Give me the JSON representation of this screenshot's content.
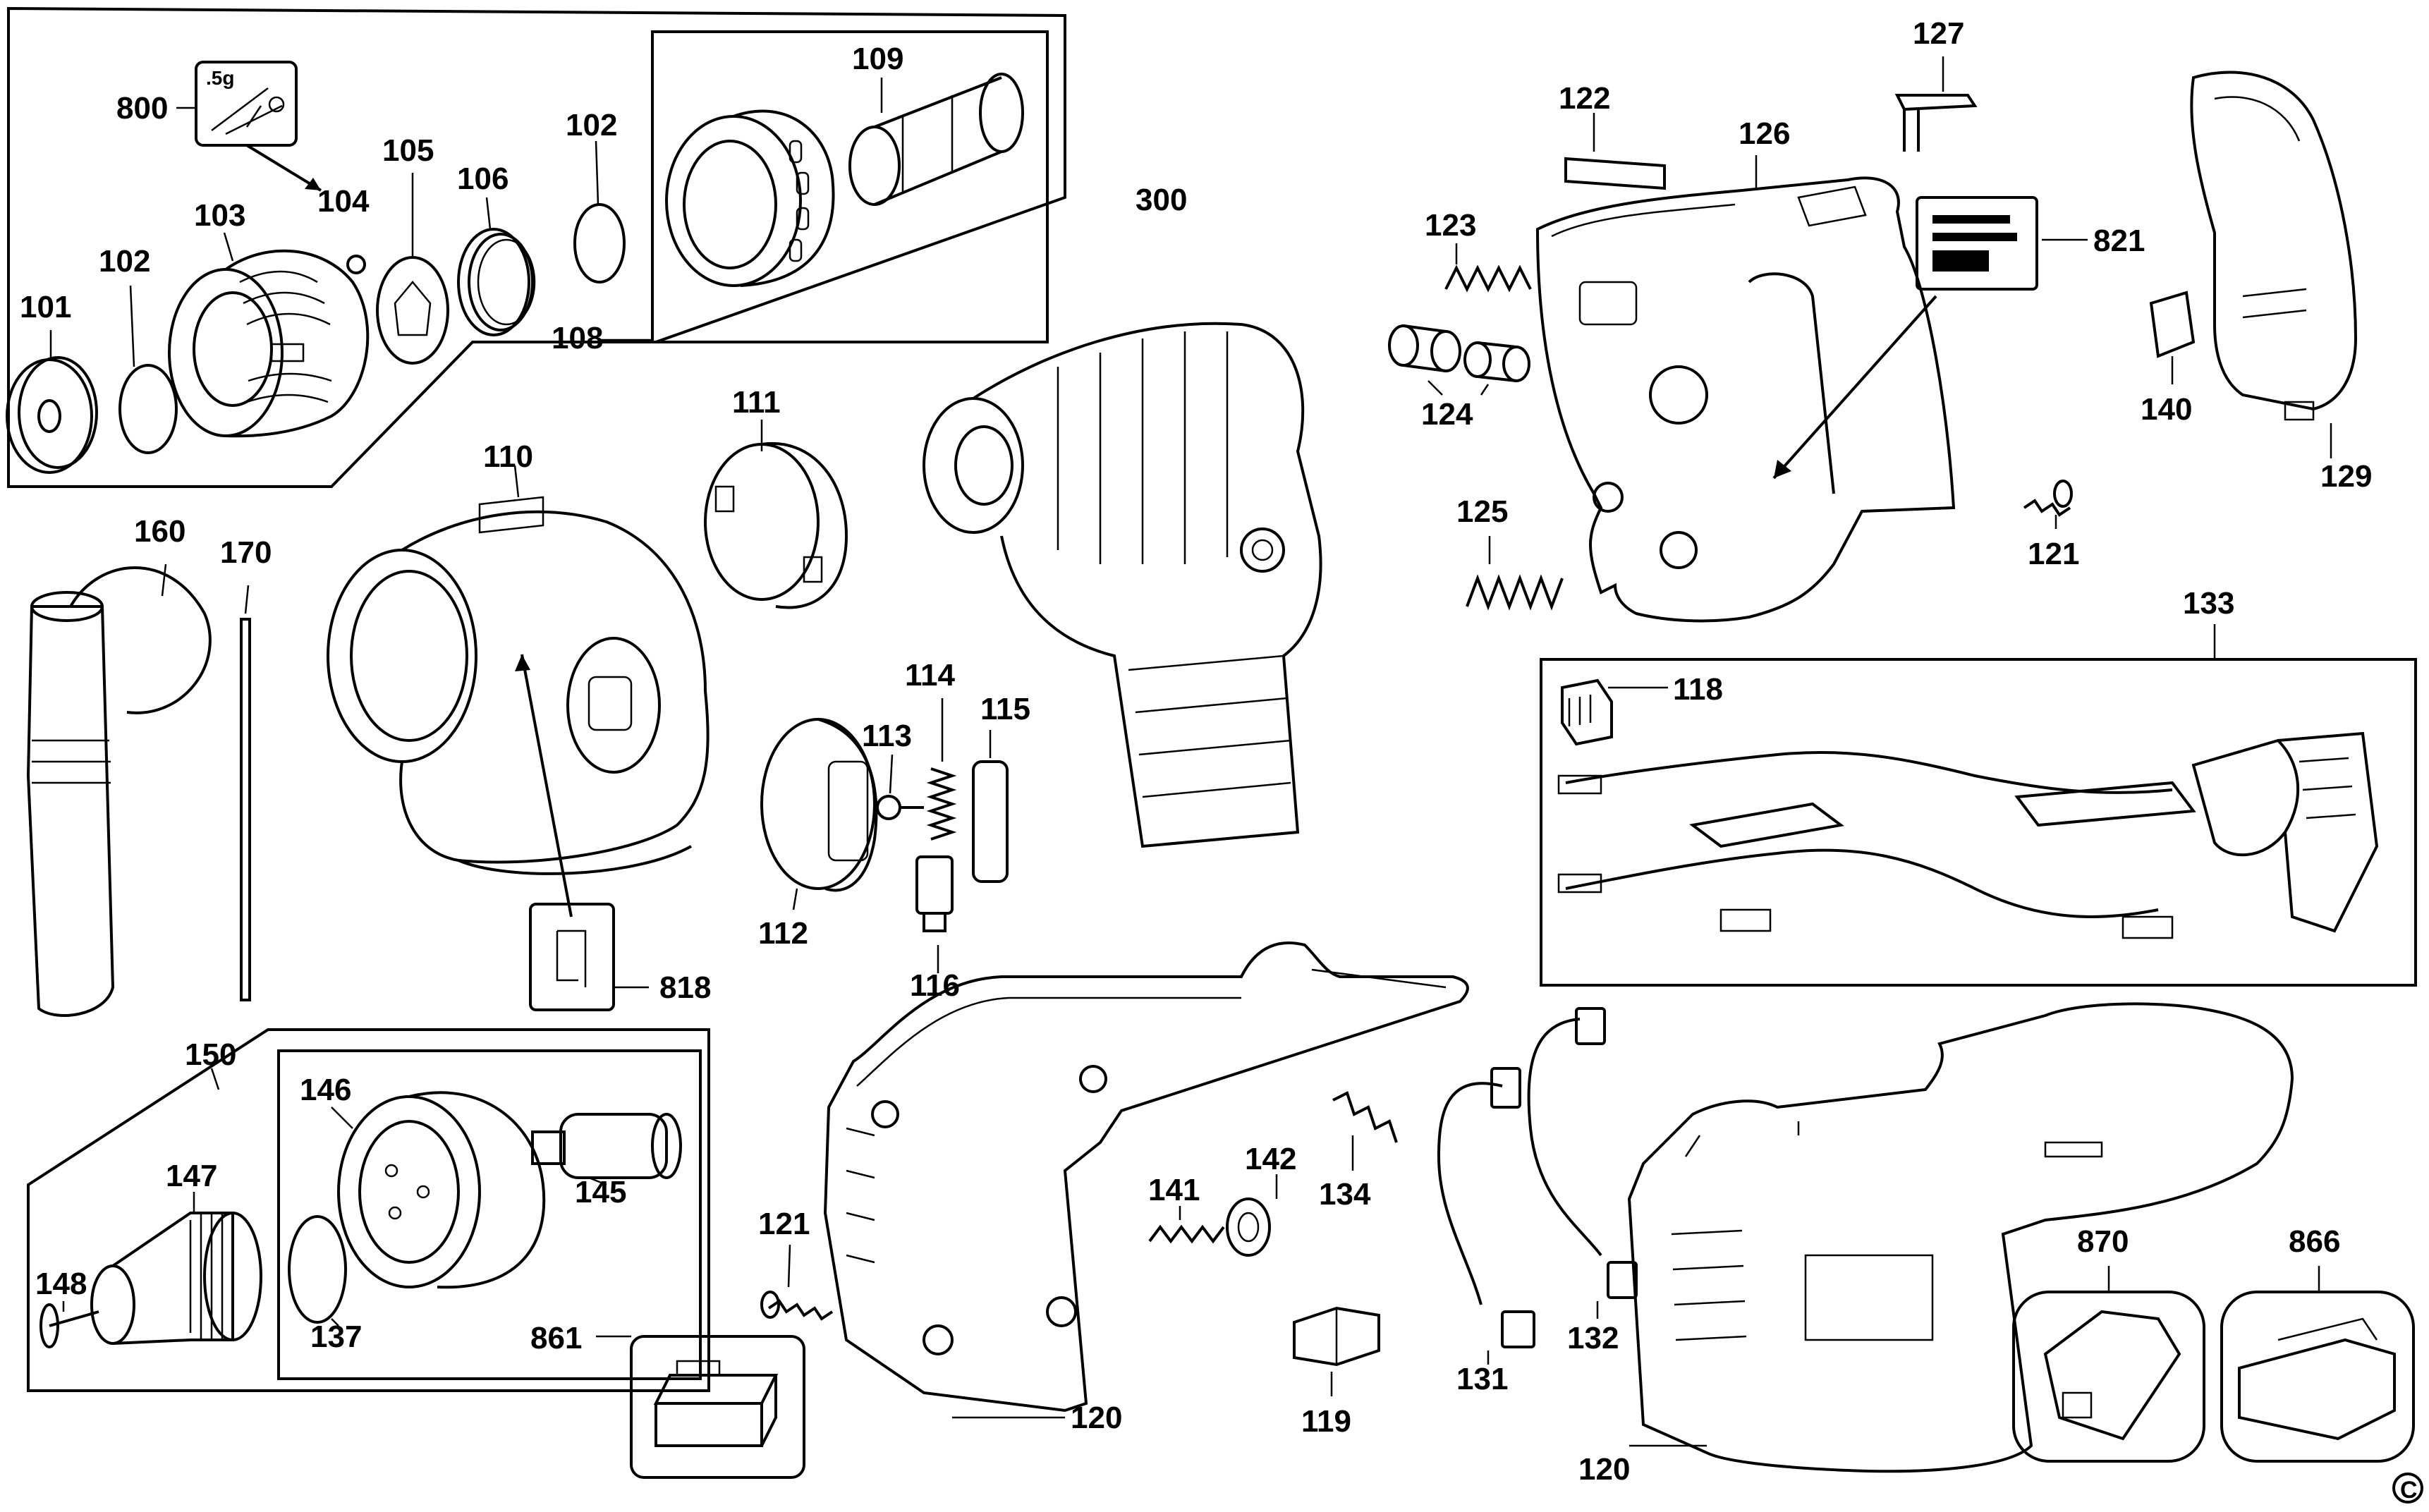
{
  "labels": {
    "p800": "800",
    "p101": "101",
    "p102a": "102",
    "p103": "103",
    "p104": "104",
    "p105": "105",
    "p106": "106",
    "p102b": "102",
    "p109": "109",
    "p300": "300",
    "p108": "108",
    "p127": "127",
    "p122": "122",
    "p126": "126",
    "p123": "123",
    "p821": "821",
    "p124": "124",
    "p140": "140",
    "p129": "129",
    "p125": "125",
    "p121a": "121",
    "p133": "133",
    "p118": "118",
    "p111": "111",
    "p110": "110",
    "p160": "160",
    "p170": "170",
    "p114": "114",
    "p115": "115",
    "p113": "113",
    "p112": "112",
    "p116": "116",
    "p818": "818",
    "p150": "150",
    "p146": "146",
    "p147": "147",
    "p145": "145",
    "p148": "148",
    "p137": "137",
    "p121b": "121",
    "p861": "861",
    "p141": "141",
    "p142": "142",
    "p134": "134",
    "p120a": "120",
    "p119": "119",
    "p131": "131",
    "p132": "132",
    "p870": "870",
    "p866": "866",
    "p120b": "120"
  },
  "box_800_text": ".5g",
  "copyright": "C"
}
